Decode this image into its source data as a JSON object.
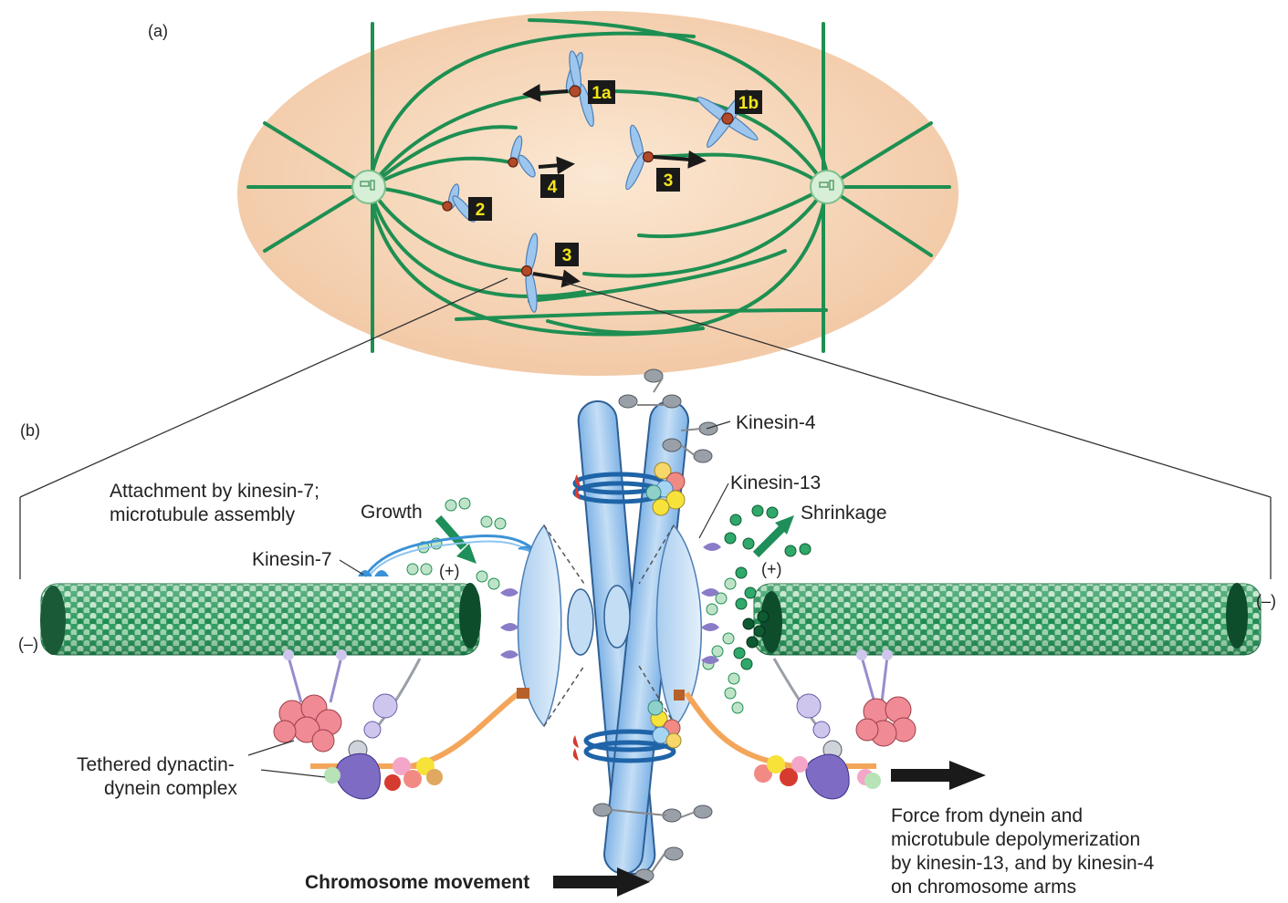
{
  "panels": {
    "a": "(a)",
    "b": "(b)"
  },
  "badges": [
    "1a",
    "1b",
    "2",
    "3",
    "4",
    "3"
  ],
  "labels": {
    "kinesin4": "Kinesin-4",
    "kinesin13": "Kinesin-13",
    "kinesin7": "Kinesin-7",
    "attachment_1": "Attachment by kinesin-7;",
    "attachment_2": "microtubule assembly",
    "growth": "Growth",
    "shrinkage": "Shrinkage",
    "plus_left": "(+)",
    "plus_right": "(+)",
    "minus_left": "(–)",
    "minus_right": "(–)",
    "dynactin_1": "Tethered dynactin-",
    "dynactin_2": "dynein complex",
    "force_1": "Force from dynein and",
    "force_2": "microtubule depolymerization",
    "force_3": "by kinesin-13, and by kinesin-4",
    "force_4": "on chromosome arms",
    "chromosome_movement": "Chromosome movement"
  },
  "colors": {
    "cell": "#f7d9bd",
    "microtubule": "#1e8f52",
    "tubulin_light": "#bfe3c8",
    "tubulin_mid": "#2fa86a",
    "tubulin_dark": "#0d5a33",
    "chromosome": "#9cc6ee",
    "kinetochore": "#c8e0f6",
    "badge": "#1a1a1a",
    "badge_text": "#f5e51a",
    "arrow": "#1a1a1a",
    "green_arrow": "#1e8f5a",
    "dynein": "#8b7cc8",
    "dynactin": "#f08a94",
    "tether": "#f3a65a"
  }
}
